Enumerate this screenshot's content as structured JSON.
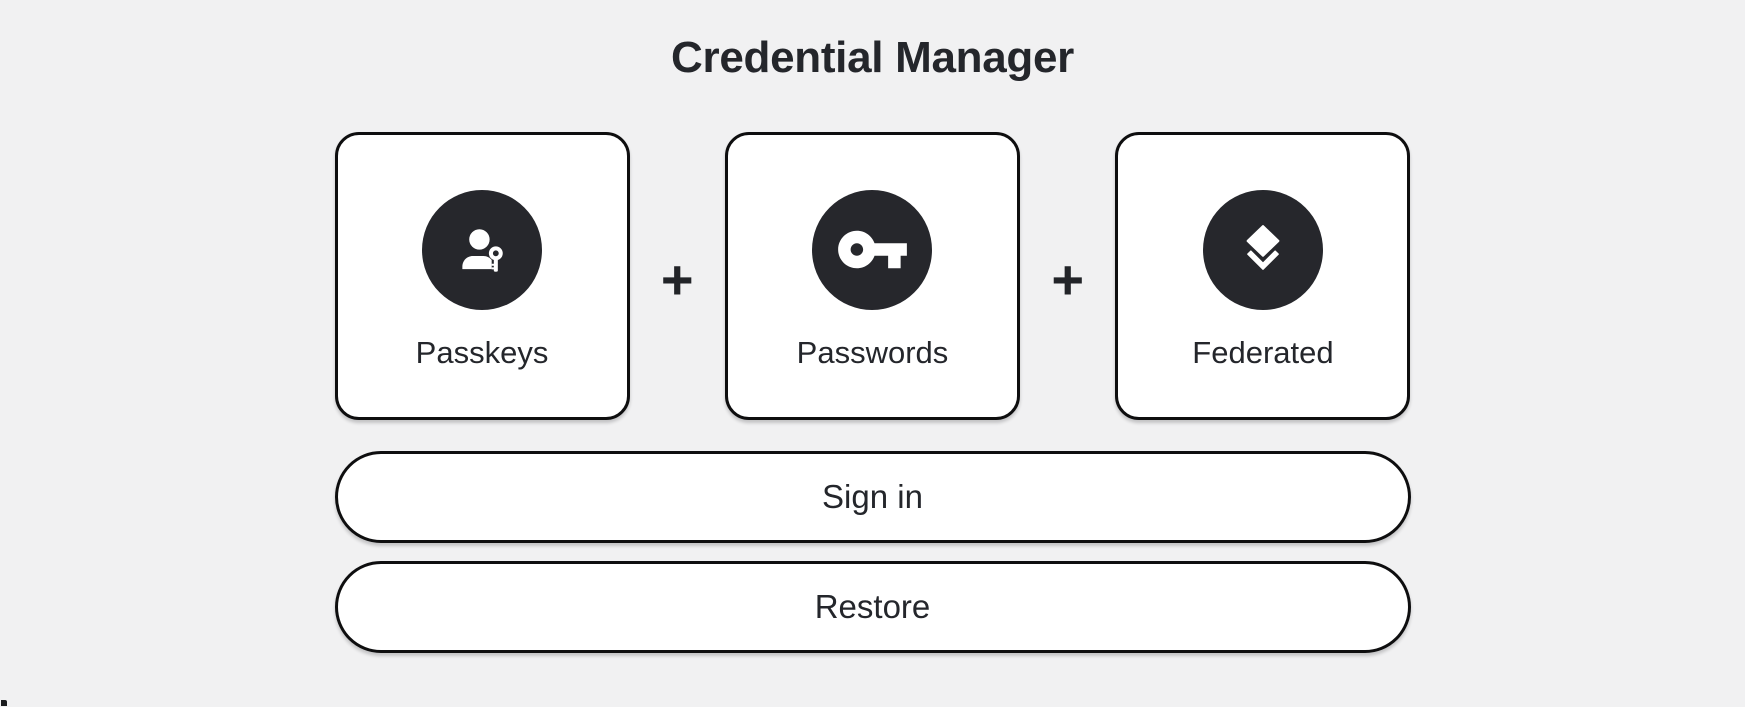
{
  "header": {
    "title": "Credential Manager"
  },
  "cards": [
    {
      "label": "Passkeys",
      "icon": "passkey-person-key-icon"
    },
    {
      "label": "Passwords",
      "icon": "key-icon"
    },
    {
      "label": "Federated",
      "icon": "layers-icon"
    }
  ],
  "separator": {
    "symbol": "+"
  },
  "buttons": {
    "sign_in": {
      "label": "Sign in"
    },
    "restore": {
      "label": "Restore"
    }
  },
  "colors": {
    "page_background": "#f1f1f2",
    "card_background": "#ffffff",
    "outline": "#0e0e0f",
    "icon_circle": "#26272c",
    "icon_glyph": "#ffffff",
    "text": "#24262b"
  }
}
